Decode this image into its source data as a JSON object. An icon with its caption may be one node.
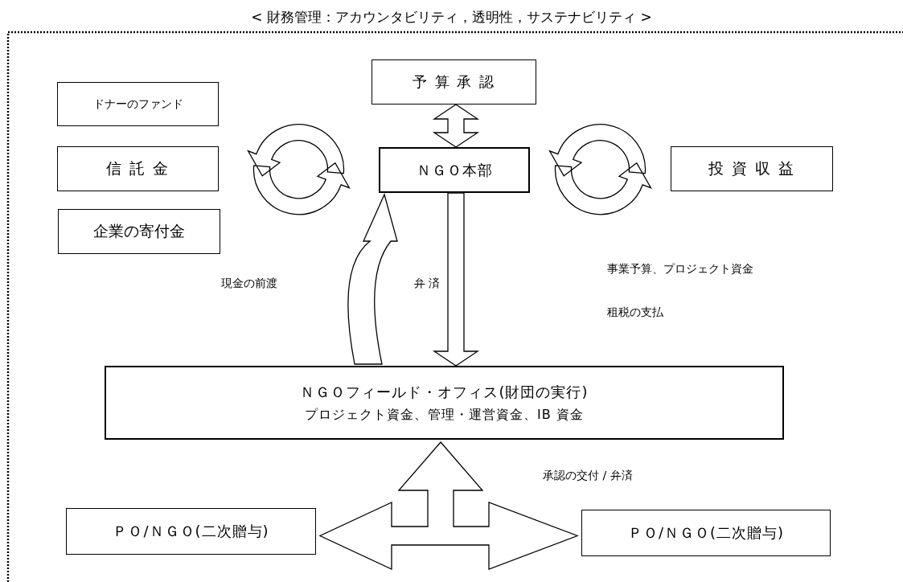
{
  "diagram": {
    "title": "< 財務管理：アカウンタビリティ，透明性，サステナビリティ >",
    "nodes": [
      {
        "text": [
          "予 算 承 認"
        ]
      },
      {
        "text": [
          "ドナーのファンド"
        ]
      },
      {
        "text": [
          "信 託 金"
        ]
      },
      {
        "text": [
          "企業の寄付金"
        ]
      },
      {
        "text": [
          "ＮＧＯ本部"
        ]
      },
      {
        "text": [
          "投 資 収 益"
        ]
      },
      {
        "text": [
          "ＮＧＯフィールド・オフィス(財団の実行)",
          "プロジェクト資金、管理・運営資金、IB 資金"
        ]
      },
      {
        "text": [
          "ＰＯ/ＮＧＯ(二次贈与)"
        ]
      },
      {
        "text": [
          "ＰＯ/ＮＧＯ(二次贈与)"
        ]
      }
    ],
    "edges": [
      {
        "from": 0,
        "to": 4,
        "arrow": "both"
      },
      {
        "from": 2,
        "to": 4,
        "arrow": "both"
      },
      {
        "from": 4,
        "to": 5,
        "arrow": "both"
      },
      {
        "from": 6,
        "to": 4,
        "arrow": "to"
      },
      {
        "from": 4,
        "to": 6,
        "arrow": "to"
      },
      {
        "from": 6,
        "to": 7,
        "arrow": "both"
      },
      {
        "from": 6,
        "to": 8,
        "arrow": "both"
      }
    ],
    "labels": [
      "現金の前渡",
      "弁 済",
      "事業予算、プロジェクト資金",
      "租税の支払",
      "承認の交付 / 弁済"
    ]
  }
}
